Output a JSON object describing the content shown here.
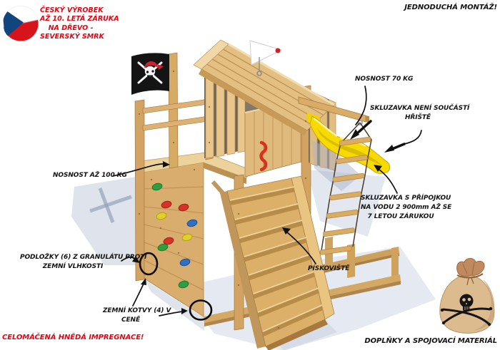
{
  "badge_top_left": {
    "icon": "czech-flag-roundel",
    "lines": [
      "ČESKÝ VÝROBEK",
      "AŽ 10. LETÁ ZÁRUKA",
      "NA DŘEVO -",
      "SEVERSKÝ SMRK"
    ]
  },
  "notes": {
    "top_right": "JEDNODUCHÁ MONTÁŽ!",
    "bottom_left": "CELOMÁČENÁ HNĚDÁ IMPREGNACE!",
    "bottom_right": "DOPLŇKY A SPOJOVACÍ MATERIÁL"
  },
  "annotations": {
    "nosnost_70": "NOSNOST 70 KG",
    "skluzavka_neni": [
      "SKLUZAVKA NENÍ SOUČÁSTÍ",
      "HŘIŠTĚ"
    ],
    "skluzavka_pripojka": [
      "SKLUZAVKA S PŘÍPOJKOU",
      "NA VODU 2 900mm AŽ SE",
      "7 LETOU ZÁRUKOU"
    ],
    "nosnost_100": "NOSNOST AŽ 100 KG",
    "podlozky": [
      "PODLOŽKY (6) Z GRANULÁTU PROTI",
      "ZEMNÍ VLHKOSTI"
    ],
    "zemni_kotvy": [
      "ZEMNÍ KOTVY (4) V",
      "CENĚ"
    ],
    "piskoviste": "PÍSKOVIŠTĚ"
  },
  "illustration": {
    "subject": "wooden playground tower with roof, pirate flag, yellow slide, climbing wall, rope ladder, ramp and sandbox",
    "icons": [
      "czech-flag-roundel",
      "pirate-flag",
      "pulley-hook",
      "jolly-roger-sack"
    ],
    "colors": {
      "wood": "#dcb274",
      "wood_dark": "#b78c48",
      "slide_yellow": "#f6da00",
      "flag_red": "#d7141a",
      "flag_blue": "#11457e",
      "accent_red_text": "#e30613",
      "annotation_ink": "#141414",
      "ground_shadow": "#b6c0d4",
      "handle_red": "#d93020",
      "hold_green": "#2f9e41",
      "hold_red": "#d63226",
      "hold_yellow": "#e3cf2a",
      "hold_blue": "#2f6fc4"
    }
  }
}
